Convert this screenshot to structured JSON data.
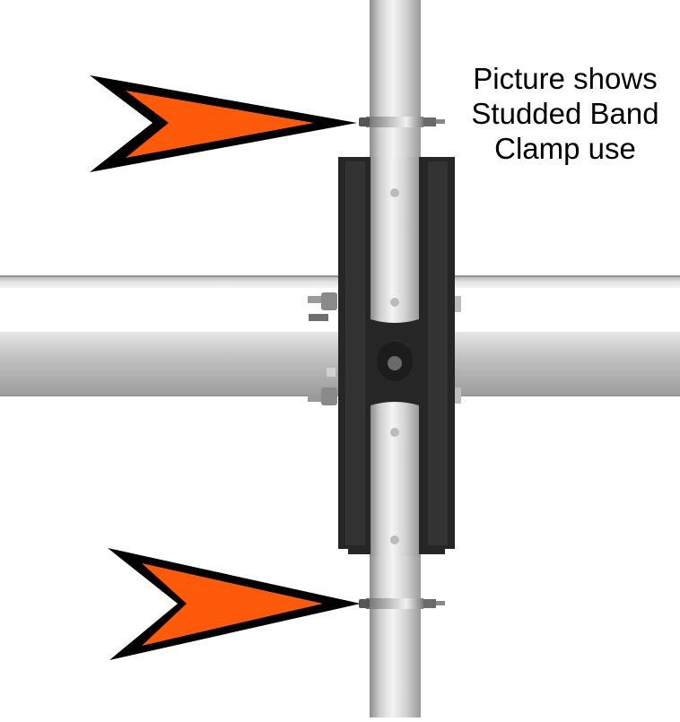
{
  "caption": {
    "lines": [
      "Picture shows",
      "Studded Band",
      "Clamp use"
    ]
  },
  "colors": {
    "arrow_fill": "#ff5a0a",
    "arrow_outline": "#000000",
    "mount_plate": "#2a2a2a",
    "tube": "#d8d8d8",
    "background": "#ffffff"
  },
  "elements": {
    "upper_arrow": "arrow-pointer-icon",
    "lower_arrow": "arrow-pointer-icon",
    "upper_clamp": "studded-band-clamp",
    "lower_clamp": "studded-band-clamp",
    "mount": "boom-to-mast-plate",
    "boom": "horizontal-boom-tube",
    "mast": "vertical-mast-tube"
  }
}
